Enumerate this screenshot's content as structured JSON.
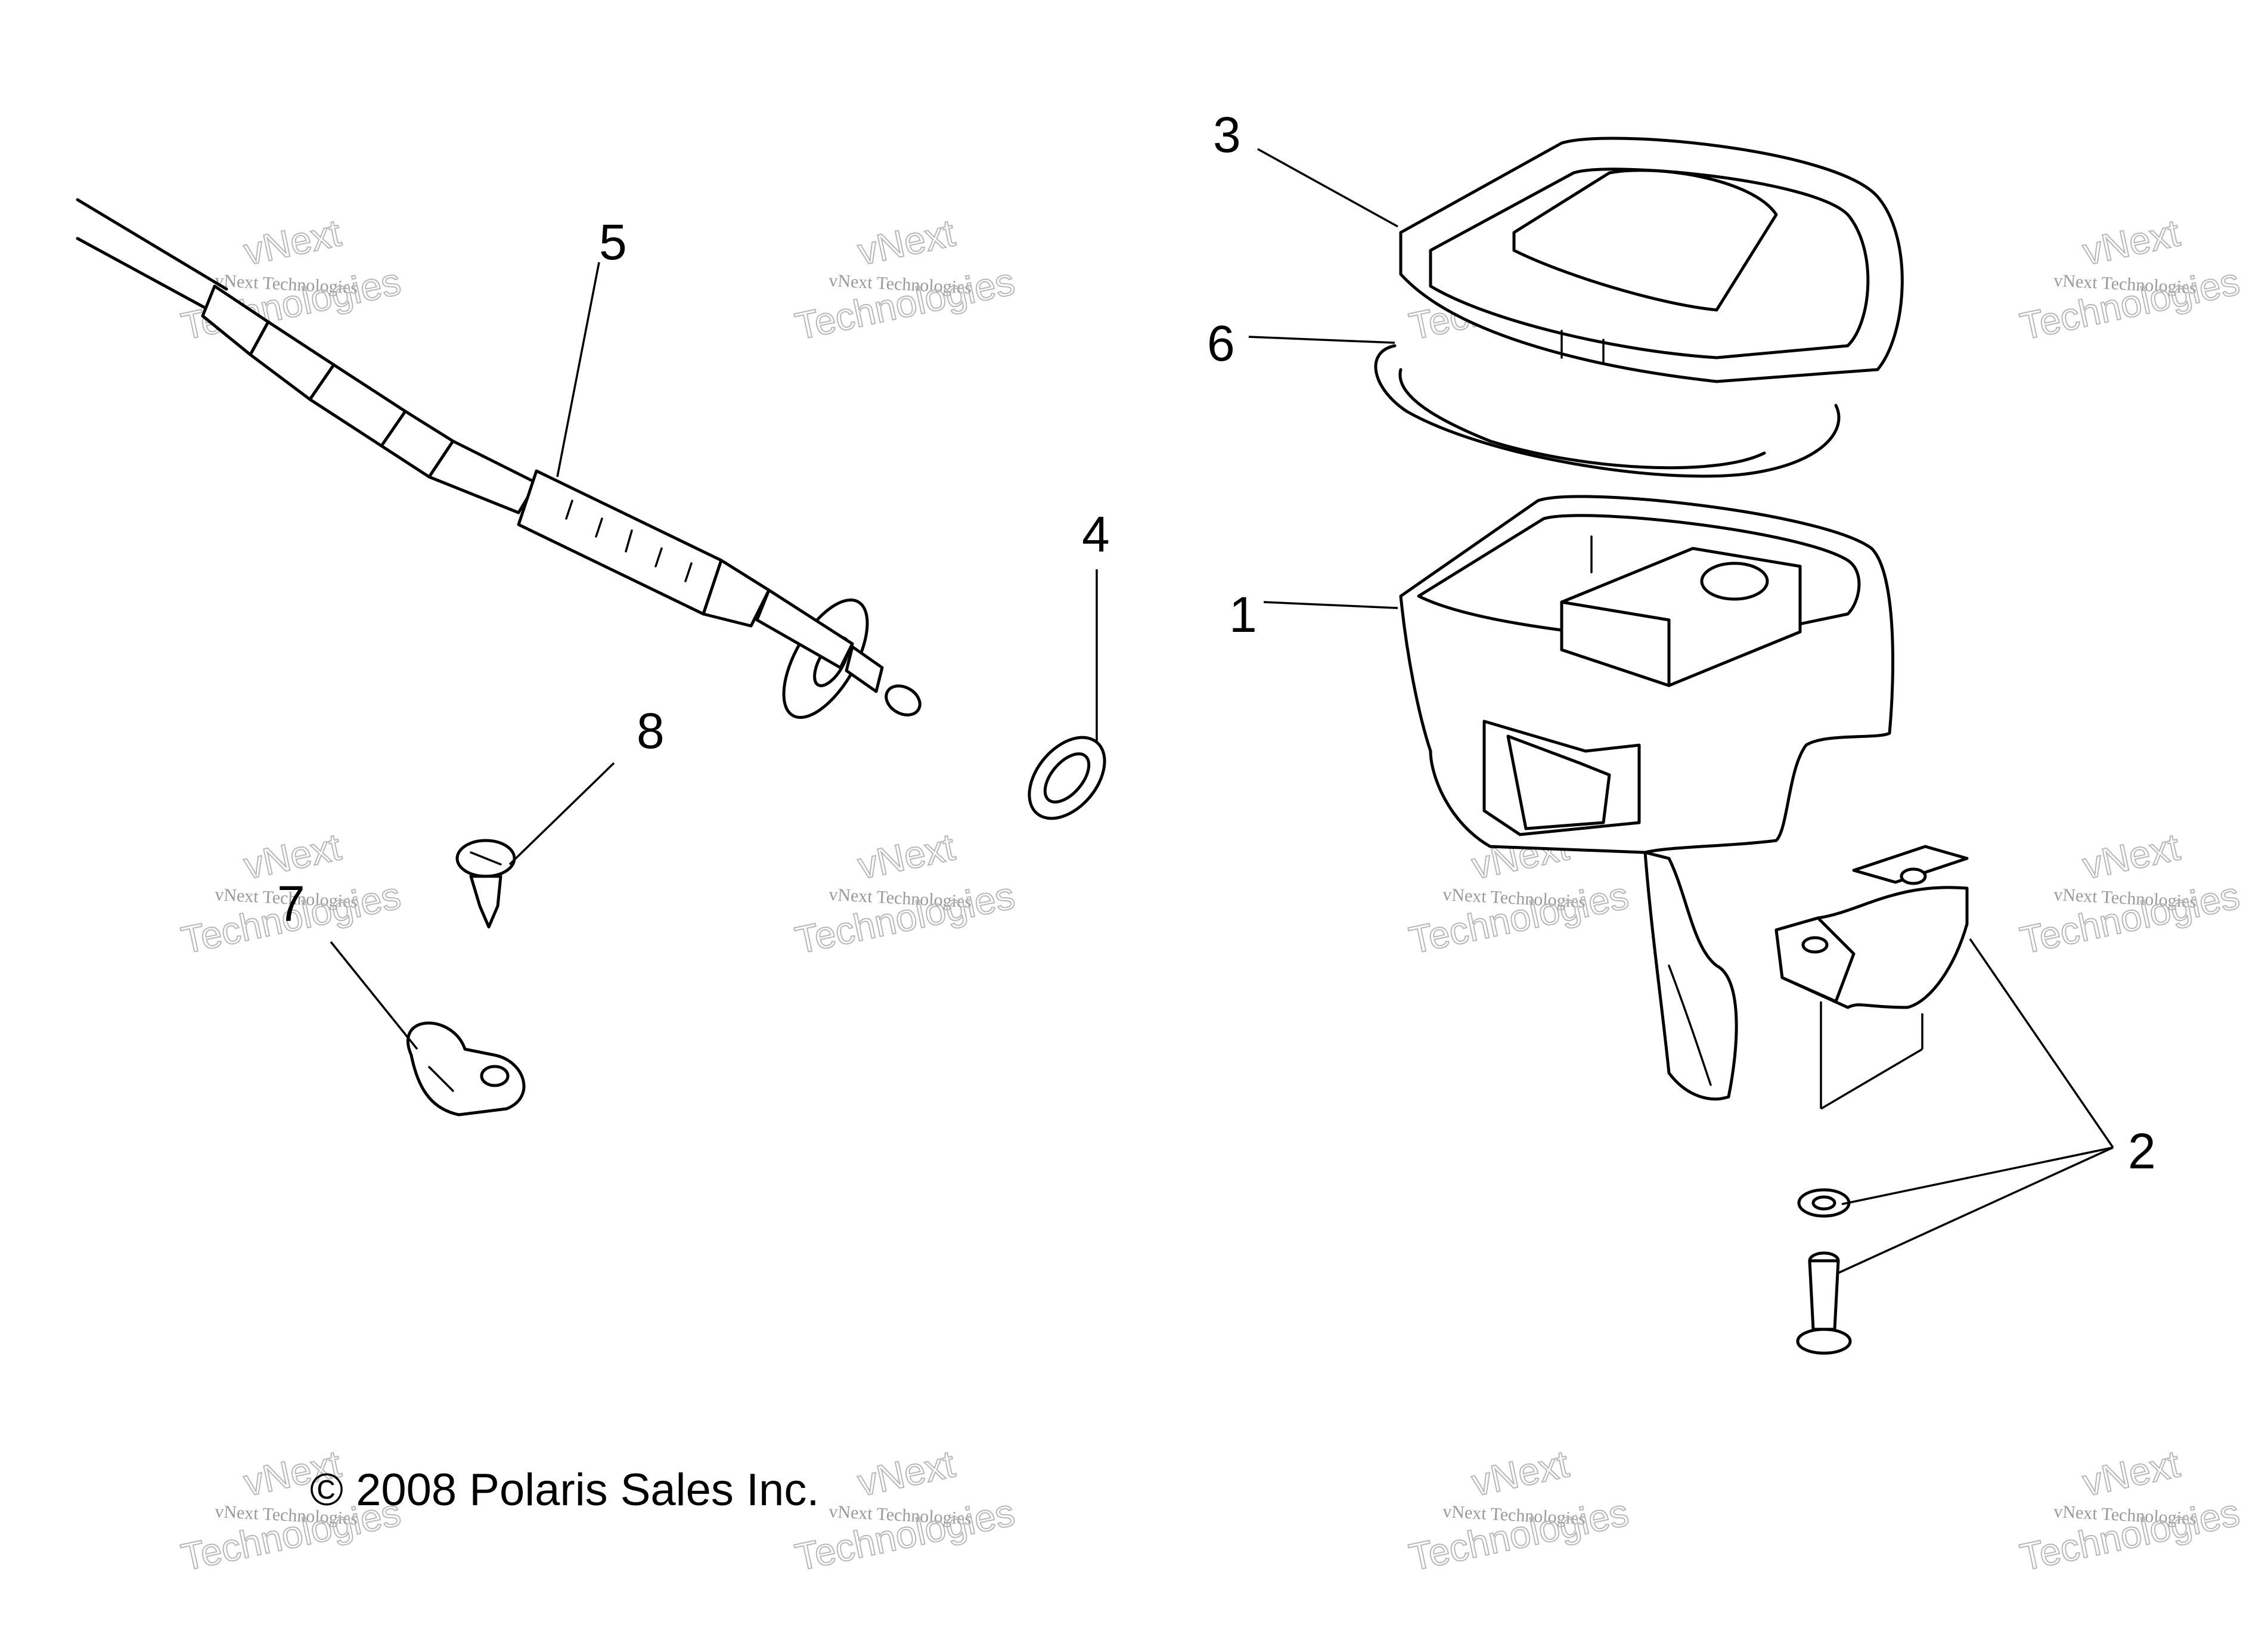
{
  "callouts": [
    "1",
    "2",
    "3",
    "4",
    "5",
    "6",
    "7",
    "8"
  ],
  "copyright": "© 2008 Polaris Sales Inc.",
  "watermark": {
    "line1": "vNext",
    "line2": "vNext Technologies",
    "line3": "Technologies"
  }
}
